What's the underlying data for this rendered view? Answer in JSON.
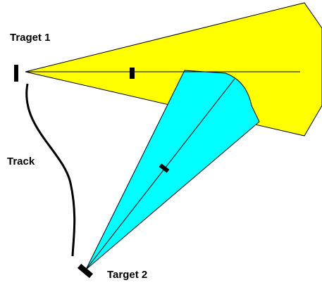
{
  "labels": {
    "target1": "Traget 1",
    "track": "Track",
    "target2": "Target 2"
  },
  "colors": {
    "sector_target1": "#ffff00",
    "sector_target2": "#00ffff",
    "overlap": "#7fff7f",
    "outline": "#000000",
    "background": "#ffffff"
  }
}
